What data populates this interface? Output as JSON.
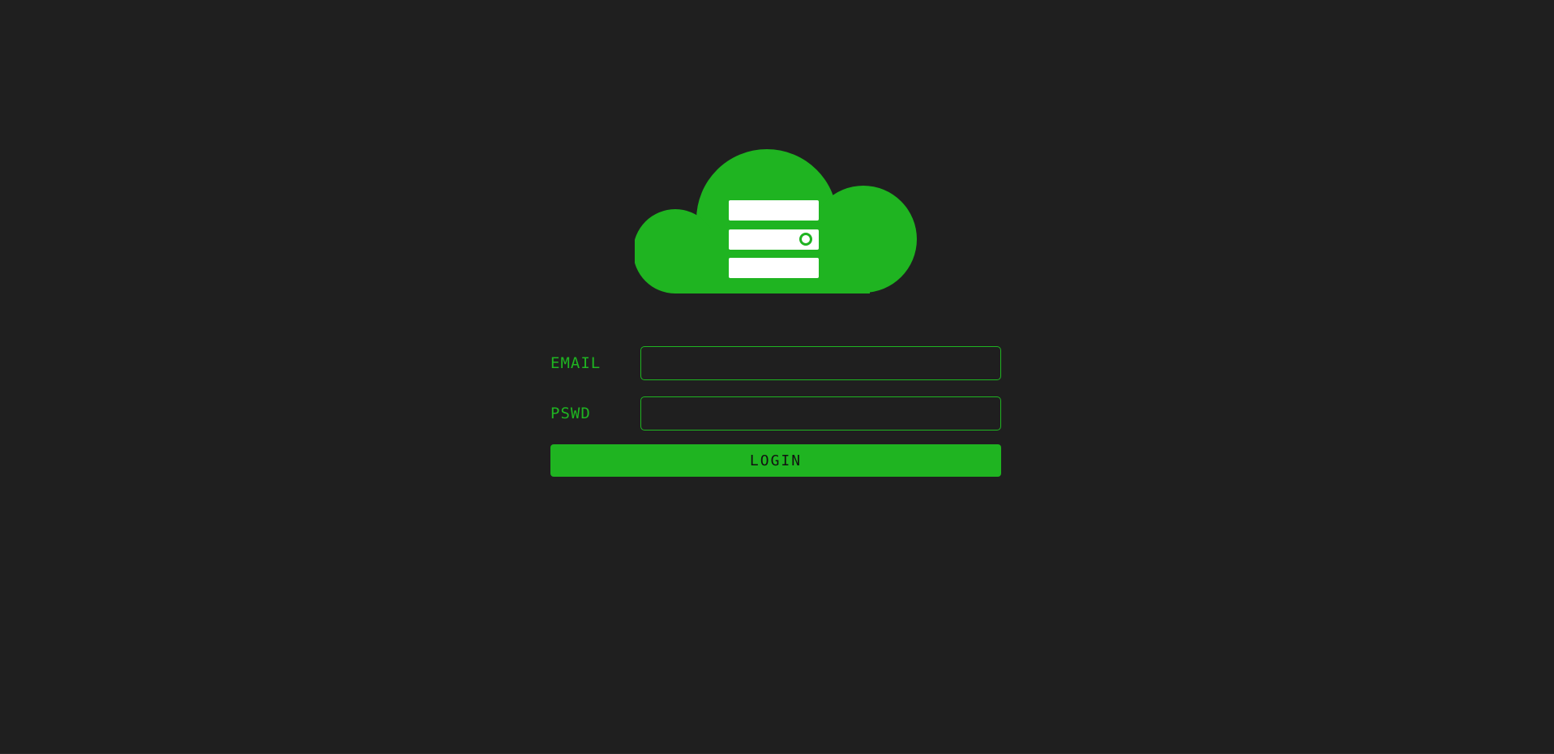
{
  "colors": {
    "background": "#1f1f1f",
    "accent": "#1fb421",
    "server_bar": "#ffffff",
    "button_text": "#111111"
  },
  "logo": {
    "icon": "cloud-server-icon"
  },
  "form": {
    "email": {
      "label": "EMAIL",
      "value": "",
      "placeholder": ""
    },
    "password": {
      "label": "PSWD",
      "value": "",
      "placeholder": ""
    },
    "login_label": "LOGIN"
  }
}
